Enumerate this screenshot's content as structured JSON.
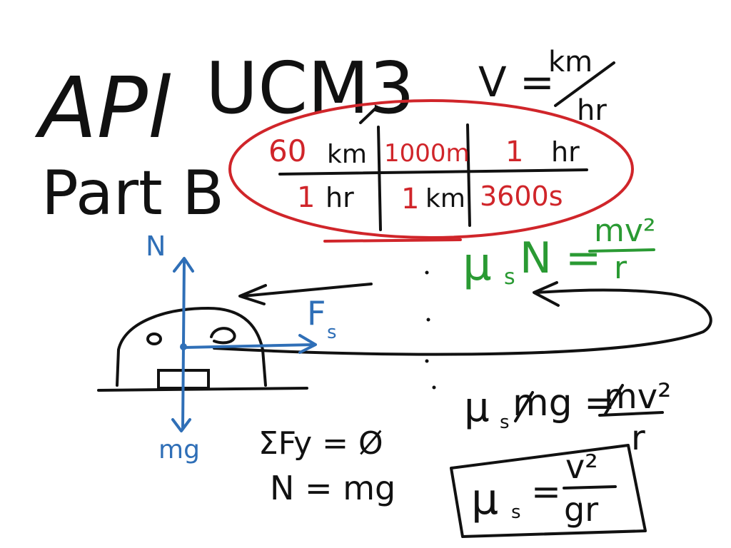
{
  "colors": {
    "black": "#111111",
    "red": "#d0252a",
    "blue": "#2f6fb7",
    "green": "#2a9a33"
  },
  "title": {
    "course": "APl",
    "topic": "UCM3",
    "part": "Part B"
  },
  "velocity_unit": {
    "lhs": "V =",
    "numerator": "km",
    "denominator": "hr"
  },
  "conversion": {
    "top": {
      "a_num": "60",
      "a_unit": "km",
      "b": "1000m",
      "c_num": "1",
      "c_unit": "hr"
    },
    "bottom": {
      "a_num": "1",
      "a_unit": "hr",
      "b_num": "1",
      "b_unit": "km",
      "c": "3600s"
    }
  },
  "fbd": {
    "normal": "N",
    "friction": "F",
    "friction_sub": "s",
    "weight": "mg"
  },
  "green_equation": {
    "lhs": "μ",
    "lhs_sub": "s",
    "lhs_N": "N =",
    "num": "mv²",
    "den": "r"
  },
  "sum_eq": "ΣFy = Ø",
  "n_eq": "N = mg",
  "mid_equation": {
    "lhs": "μ",
    "lhs_sub": "s",
    "lhs_rest": "mg =",
    "num": "mv²",
    "den": "r"
  },
  "boxed_equation": {
    "lhs": "μ",
    "lhs_sub": "s",
    "eq": "=",
    "num": "v²",
    "den": "gr"
  }
}
